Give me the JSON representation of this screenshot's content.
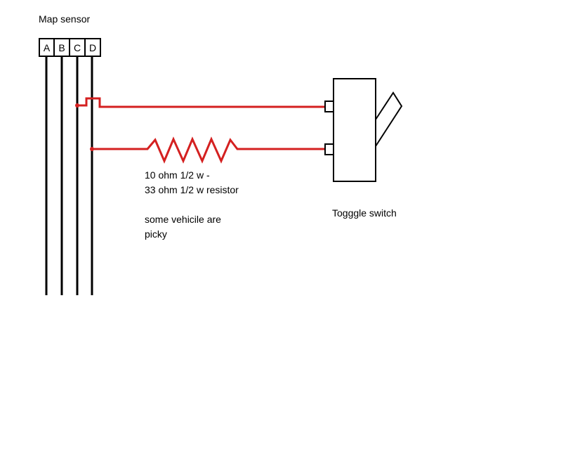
{
  "title": "Map sensor",
  "pins": [
    "A",
    "B",
    "C",
    "D"
  ],
  "resistor_label_line1": "10 ohm 1/2 w -",
  "resistor_label_line2": "33 ohm 1/2 w resistor",
  "note_line1": "some vehicile are",
  "note_line2": "picky",
  "switch_label": "Togggle switch",
  "colors": {
    "wire": "#d42020",
    "line": "#000000",
    "background": "#ffffff"
  }
}
